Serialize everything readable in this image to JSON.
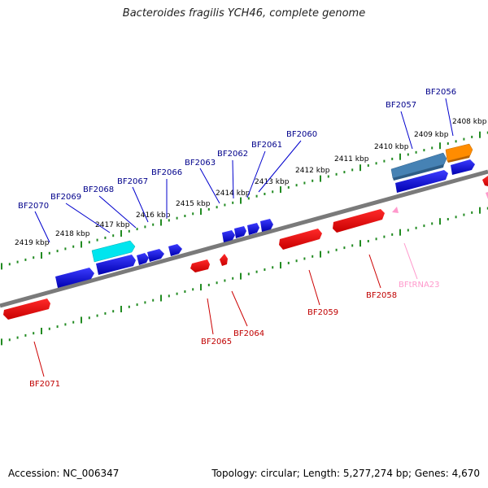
{
  "header": {
    "title": "Bacteroides fragilis YCH46, complete genome"
  },
  "footer": {
    "accession": "Accession: NC_006347",
    "topology": "Topology: circular; Length: 5,277,274 bp; Genes: 4,670"
  },
  "scale_labels": [
    "2408 kbp",
    "2409 kbp",
    "2410 kbp",
    "2411 kbp",
    "2412 kbp",
    "2413 kbp",
    "2414 kbp",
    "2415 kbp",
    "2416 kbp",
    "2417 kbp",
    "2418 kbp",
    "2419 kbp"
  ],
  "genes_forward": [
    {
      "name": "BF2056",
      "color": "#ff8c00"
    },
    {
      "name": "BF2057",
      "color": "#4682b4"
    },
    {
      "name": "BF2060",
      "color": "#0000ee"
    },
    {
      "name": "BF2061",
      "color": "#0000ee"
    },
    {
      "name": "BF2062",
      "color": "#0000ee"
    },
    {
      "name": "BF2063",
      "color": "#0000ee"
    },
    {
      "name": "BF2066",
      "color": "#0000ee"
    },
    {
      "name": "BF2067",
      "color": "#0000ee"
    },
    {
      "name": "BF2068",
      "color": "#00e5ee"
    },
    {
      "name": "BF2069",
      "color": "#0000ee"
    },
    {
      "name": "BF2070",
      "color": "#0000ee"
    }
  ],
  "genes_reverse": [
    {
      "name": "BF2058",
      "color": "#ee0000"
    },
    {
      "name": "BFtRNA23",
      "color": "#ff99cc"
    },
    {
      "name": "BF2059",
      "color": "#ee0000"
    },
    {
      "name": "BF2064",
      "color": "#ee0000"
    },
    {
      "name": "BF2065",
      "color": "#ee0000"
    },
    {
      "name": "BF2071",
      "color": "#ee0000"
    }
  ],
  "colors": {
    "backbone": "#808080",
    "ticks": "#228b22",
    "forward_label": "#00008b",
    "reverse_label": "#c00000",
    "trna_label": "#ff99cc"
  }
}
